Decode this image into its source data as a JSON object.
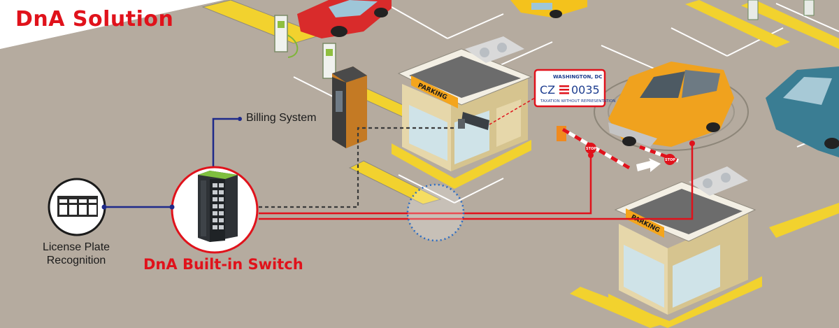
{
  "title": "DnA Solution",
  "labels": {
    "billing_system": "Billing System",
    "license_plate_line1": "License Plate",
    "license_plate_line2": "Recognition",
    "switch": "DnA Built-in Switch"
  },
  "plate": {
    "state": "WASHINGTON, DC",
    "code_left": "CZ",
    "code_right": "0035",
    "motto": "TAXATION WITHOUT REPRESENTATION"
  },
  "signs": {
    "parking": "PARKING",
    "stop": "STOP"
  },
  "colors": {
    "accent_red": "#e0121b",
    "link_blue": "#1e2a8a",
    "ground": "#b5ab9f",
    "curb_yellow": "#f2d22e",
    "car_orange": "#f0a21e",
    "car_red": "#d92b2b",
    "car_teal": "#3a7d93"
  },
  "icons": [
    "server-rack-icon",
    "network-switch-icon",
    "camera-icon",
    "barrier-gate-icon",
    "stop-sign-icon",
    "arrow-icon",
    "ev-charger-icon"
  ]
}
